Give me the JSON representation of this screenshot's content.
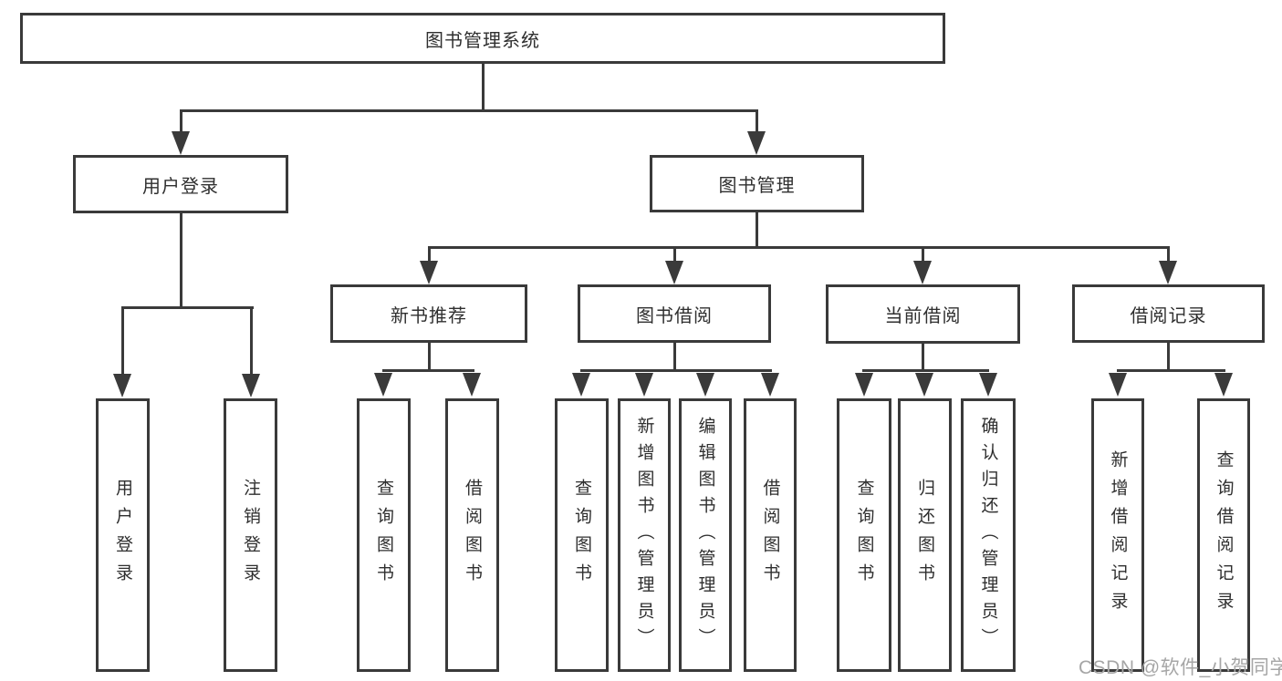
{
  "diagram": {
    "root": {
      "label": "图书管理系统"
    },
    "level2": {
      "user_login": {
        "label": "用户登录"
      },
      "book_mgmt": {
        "label": "图书管理"
      }
    },
    "level3": {
      "new_book_rec": {
        "label": "新书推荐"
      },
      "book_borrow": {
        "label": "图书借阅"
      },
      "current_borrow": {
        "label": "当前借阅"
      },
      "borrow_records": {
        "label": "借阅记录"
      }
    },
    "leaves": {
      "ul_login": {
        "label": "用户登录"
      },
      "ul_logout": {
        "label": "注销登录"
      },
      "nbr_query": {
        "label": "查询图书"
      },
      "nbr_borrow": {
        "label": "借阅图书"
      },
      "bb_query": {
        "label": "查询图书"
      },
      "bb_add": {
        "label": "新增图书（管理员）"
      },
      "bb_edit": {
        "label": "编辑图书（管理员）"
      },
      "bb_borrow": {
        "label": "借阅图书"
      },
      "cb_query": {
        "label": "查询图书"
      },
      "cb_return": {
        "label": "归还图书"
      },
      "cb_confirm": {
        "label": "确认归还（管理员）"
      },
      "br_add": {
        "label": "新增借阅记录"
      },
      "br_query": {
        "label": "查询借阅记录"
      }
    }
  },
  "watermark": {
    "text": "CSDN @软件_小贺同学"
  },
  "colors": {
    "line": "#3a3a3a",
    "box_border": "#3a3a3a",
    "text": "#2f2f2f",
    "watermark": "#a6a6a6",
    "background": "#ffffff"
  }
}
